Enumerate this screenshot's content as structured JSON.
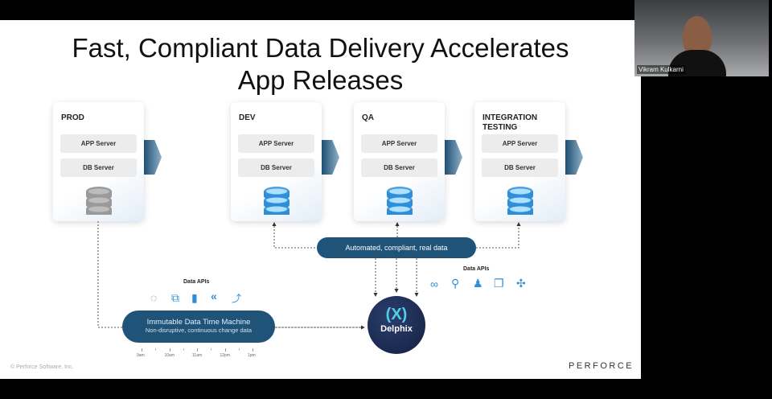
{
  "slide": {
    "title_line1": "Fast, Compliant Data Delivery Accelerates",
    "title_line2": "App Releases",
    "environments": [
      {
        "label": "PROD",
        "app": "APP Server",
        "db": "DB Server",
        "db_color": "#9a9a9a"
      },
      {
        "label": "DEV",
        "app": "APP Server",
        "db": "DB Server",
        "db_color": "#2e8fd8"
      },
      {
        "label": "QA",
        "app": "APP Server",
        "db": "DB Server",
        "db_color": "#2e8fd8"
      },
      {
        "label": "INTEGRATION TESTING",
        "app": "APP Server",
        "db": "DB Server",
        "db_color": "#2e8fd8"
      }
    ],
    "automated_pill": "Automated, compliant, real data",
    "data_apis_left": {
      "label": "Data APIs",
      "icons": [
        "sync-icon",
        "copy-icon",
        "book-icon",
        "rewind-icon",
        "share-icon"
      ]
    },
    "data_apis_right": {
      "label": "Data APIs",
      "icons": [
        "mask-icon",
        "search-icon",
        "hierarchy-icon",
        "document-split-icon",
        "network-icon"
      ]
    },
    "time_machine": {
      "title": "Immutable Data Time Machine",
      "subtitle": "Non-disruptive, continuous change data",
      "times": [
        "9am",
        "10am",
        "11am",
        "12pm",
        "1pm"
      ]
    },
    "delphix_label": "Delphix",
    "copyright": "© Perforce Software, Inc.",
    "brand": "PERFORCE",
    "accent": "#1f5378"
  },
  "webcam": {
    "name": "Vikram Kulkarni"
  }
}
